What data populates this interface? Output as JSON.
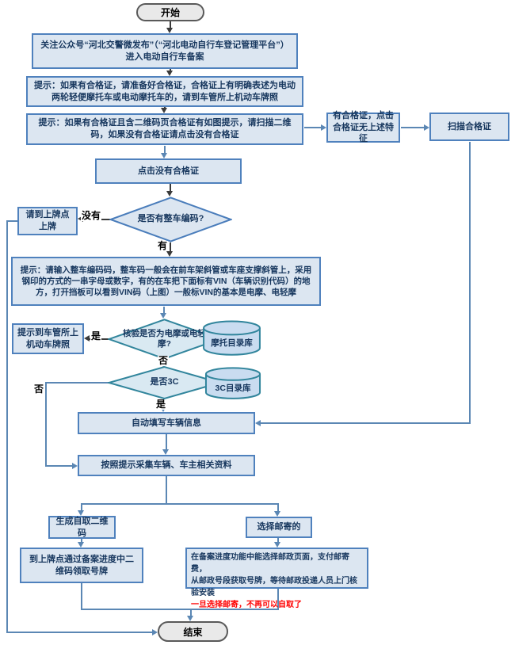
{
  "nodes": {
    "start": {
      "label": "开始"
    },
    "follow": {
      "label": "关注公众号“河北交警微发布”（“河北电动自行车登记管理平台”）进入电动自行车备案"
    },
    "tip_cert": {
      "label": "提示：如果有合格证，请准备好合格证，合格证上有明确表述为电动两轮轻便摩托车或电动摩托车的，请到车管所上机动车牌照"
    },
    "tip_qr": {
      "label": "提示：如果有合格证且含二维码页合格证有如图提示，请扫描二维码，如果没有合格证请点击没有合格证"
    },
    "has_cert": {
      "label": "有合格证，点击合格证无上述特征"
    },
    "scan_cert": {
      "label": "扫描合格证"
    },
    "click_no_cert": {
      "label": "点击没有合格证"
    },
    "d_vehicle_code": {
      "label": "是否有整车编码?"
    },
    "go_plate_point": {
      "label": "请到上牌点上牌"
    },
    "tip_vin": {
      "label": "提示：请输入整车编码码，整车码一般会在前车架斜管或车座支撑斜管上，采用钢印的方式的一串字母或数字，有的在车把下面标有VIN（车辆识别代码）的地方，打开挡板可以看到VIN码（上图）一般标VIN的基本是电摩、电轻摩"
    },
    "d_moto": {
      "label": "核验是否为电摩或电轻摩?"
    },
    "db_moto": {
      "label": "摩托目录库"
    },
    "tip_dmv": {
      "label": "提示到车管所上机动车牌照"
    },
    "d_3c": {
      "label": "是否3C"
    },
    "db_3c": {
      "label": "3C目录库"
    },
    "auto_fill": {
      "label": "自动填写车辆信息"
    },
    "collect": {
      "label": "按照提示采集车辆、车主相关资料"
    },
    "gen_qr": {
      "label": "生成自取二维码"
    },
    "choose_mail": {
      "label": "选择邮寄的"
    },
    "pickup": {
      "label": "到上牌点通过备案进度中二维码领取号牌"
    },
    "mail_info": {
      "line1": "在备案进度功能中能选择邮政页面，支付邮寄费，",
      "line2": "从邮政号段获取号牌，等待邮政投递人员上门核验安装",
      "line3": "一旦选择邮寄，不再可以自取了"
    },
    "end": {
      "label": "结束"
    }
  },
  "edge_labels": {
    "meiyou": "没有",
    "you": "有",
    "shi_moto": "是",
    "fou_moto": "否",
    "fou_3c": "否",
    "shi_3c": "是"
  },
  "colors": {
    "box_fill": "#dce6f1",
    "box_border": "#4f81bd",
    "diamond_teal_border": "#31859c",
    "diamond_fill": "#d9e9f2",
    "cylinder_fill": "#c9dcf0",
    "connector_blue": "#5b87b4",
    "connector_dark": "#3a3a3a",
    "warning_red": "#ff0000",
    "terminator_fill": "#e9e9e9",
    "terminator_border": "#595959"
  }
}
